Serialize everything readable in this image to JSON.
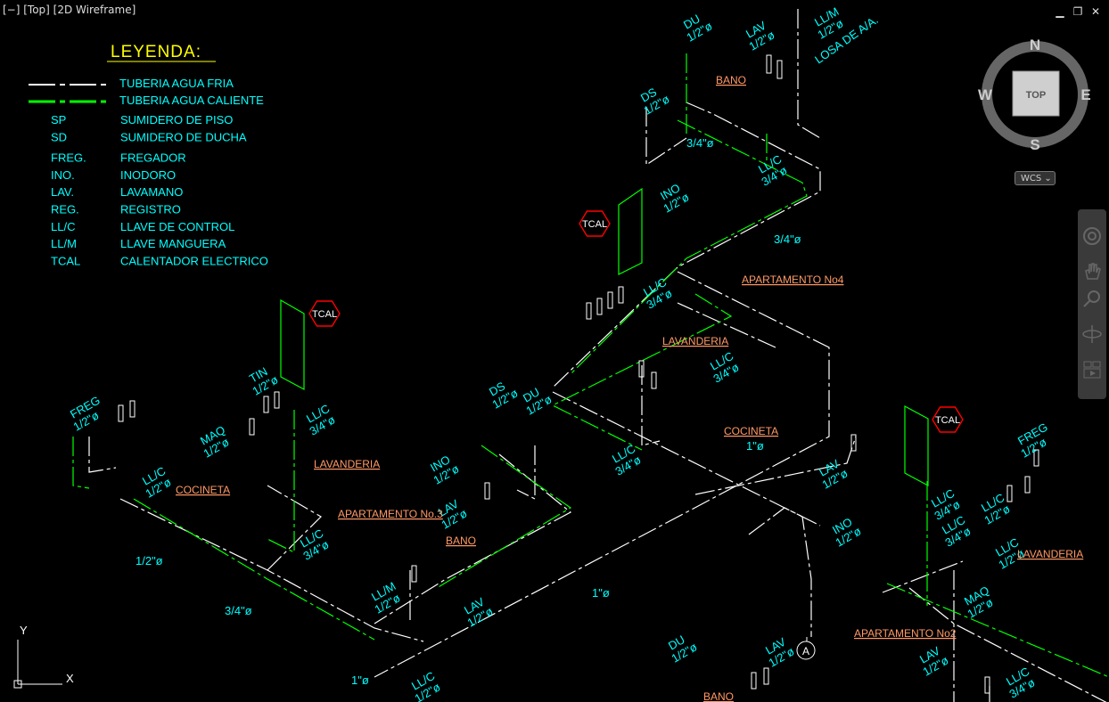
{
  "viewport": {
    "label": "[−] [Top] [2D Wireframe]"
  },
  "window_controls": {
    "minimize": "▁",
    "restore": "❐",
    "close": "✕"
  },
  "viewcube": {
    "north": "N",
    "south": "S",
    "east": "E",
    "west": "W",
    "face": "TOP",
    "wcs": "WCS"
  },
  "ucs": {
    "y": "Y",
    "x": "X"
  },
  "colors": {
    "cold": "#ffffff",
    "hot": "#00ff00",
    "text": "#00ffff",
    "room": "#ff9966",
    "tcal": "#ff0000",
    "legend_title": "#ffff00"
  },
  "legend": {
    "title": "LEYENDA:",
    "lines": [
      {
        "label": "TUBERIA AGUA FRIA"
      },
      {
        "label": "TUBERIA AGUA CALIENTE"
      }
    ],
    "items": [
      {
        "abbr": "SP",
        "desc": "SUMIDERO DE PISO"
      },
      {
        "abbr": "SD",
        "desc": "SUMIDERO DE DUCHA"
      },
      {
        "abbr": "FREG.",
        "desc": "FREGADOR"
      },
      {
        "abbr": "INO.",
        "desc": "INODORO"
      },
      {
        "abbr": "LAV.",
        "desc": "LAVAMANO"
      },
      {
        "abbr": "REG.",
        "desc": "REGISTRO"
      },
      {
        "abbr": "LL/C",
        "desc": "LLAVE DE CONTROL"
      },
      {
        "abbr": "LL/M",
        "desc": "LLAVE MANGUERA"
      },
      {
        "abbr": "TCAL",
        "desc": "CALENTADOR ELECTRICO"
      }
    ]
  },
  "rooms": [
    {
      "text": "BANO"
    },
    {
      "text": "APARTAMENTO No4"
    },
    {
      "text": "LAVANDERIA"
    },
    {
      "text": "COCINETA"
    },
    {
      "text": "LAVANDERIA"
    },
    {
      "text": "COCINETA"
    },
    {
      "text": "APARTAMENTO No.3"
    },
    {
      "text": "BANO"
    },
    {
      "text": "LAVANDERIA"
    },
    {
      "text": "APARTAMENTO No2"
    },
    {
      "text": "BANO"
    }
  ],
  "heaters": [
    {
      "text": "TCAL"
    },
    {
      "text": "TCAL"
    },
    {
      "text": "TCAL"
    }
  ],
  "marker": {
    "text": "A"
  },
  "annotations": [
    {
      "a": "DU",
      "b": "1/2\"ø"
    },
    {
      "a": "LAV",
      "b": "1/2\"ø"
    },
    {
      "a": "LL/M",
      "b": "1/2\"ø"
    },
    {
      "a": "DS",
      "b": "1/2\"ø"
    },
    {
      "a": "INO",
      "b": "1/2\"ø"
    },
    {
      "a": "LL/C",
      "b": "3/4\"ø"
    },
    {
      "a": "LL/C",
      "b": "3/4\"ø"
    },
    {
      "a": "LL/C",
      "b": "3/4\"ø"
    },
    {
      "a": "DS",
      "b": "1/2\"ø"
    },
    {
      "a": "DU",
      "b": "1/2\"ø"
    },
    {
      "a": "INO",
      "b": "1/2\"ø"
    },
    {
      "a": "LAV",
      "b": "1/2\"ø"
    },
    {
      "a": "LL/C",
      "b": "3/4\"ø"
    },
    {
      "a": "FREG",
      "b": "1/2\"ø"
    },
    {
      "a": "LL/C",
      "b": "1/2\"ø"
    },
    {
      "a": "MAQ",
      "b": "1/2\"ø"
    },
    {
      "a": "TIN",
      "b": "1/2\"ø"
    },
    {
      "a": "LL/C",
      "b": "3/4\"ø"
    },
    {
      "a": "LL/C",
      "b": "3/4\"ø"
    },
    {
      "a": "LL/M",
      "b": "1/2\"ø"
    },
    {
      "a": "LAV",
      "b": "1/2\"ø"
    },
    {
      "a": "LAV",
      "b": "1/2\"ø"
    },
    {
      "a": "INO",
      "b": "1/2\"ø"
    },
    {
      "a": "FREG",
      "b": "1/2\"ø"
    },
    {
      "a": "LL/C",
      "b": "3/4\"ø"
    },
    {
      "a": "LL/C",
      "b": "3/4\"ø"
    },
    {
      "a": "LL/C",
      "b": "1/2\"ø"
    },
    {
      "a": "LL/C",
      "b": "1/2\"ø"
    },
    {
      "a": "MAQ",
      "b": "1/2\"ø"
    },
    {
      "a": "LAV",
      "b": "1/2\"ø"
    },
    {
      "a": "DU",
      "b": "1/2\"ø"
    },
    {
      "a": "LAV",
      "b": "1/2\"ø"
    },
    {
      "a": "LL/C",
      "b": "1/2\"ø"
    },
    {
      "a": "LL/C",
      "b": "3/4\"ø"
    }
  ],
  "sizes": [
    {
      "t": "3/4\"ø"
    },
    {
      "t": "3/4\"ø"
    },
    {
      "t": "1\"ø"
    },
    {
      "t": "1/2\"ø"
    },
    {
      "t": "3/4\"ø"
    },
    {
      "t": "1\"ø"
    },
    {
      "t": "1\"ø"
    }
  ],
  "slab_note": "LOSA DE A/A."
}
